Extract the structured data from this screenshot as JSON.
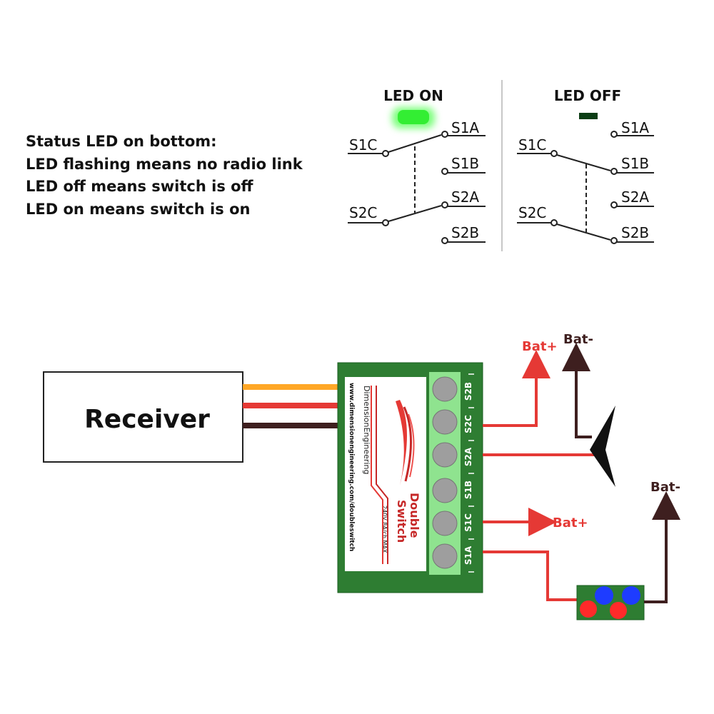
{
  "status_notes": [
    "Status LED on bottom:",
    "LED flashing means no radio link",
    "LED off means switch is off",
    "LED on means switch is on"
  ],
  "panels": [
    {
      "title": "LED ON",
      "led_color": "#33ee33",
      "common1": "S1C",
      "common2": "S2C",
      "t1a": "S1A",
      "t1b": "S1B",
      "t2a": "S2A",
      "t2b": "S2B"
    },
    {
      "title": "LED OFF",
      "led_color": "#0b3d14",
      "common1": "S1C",
      "common2": "S2C",
      "t1a": "S1A",
      "t1b": "S1B",
      "t2a": "S2A",
      "t2b": "S2B"
    }
  ],
  "receiver_label": "Receiver",
  "board": {
    "url": "www.dimensionengineering.com/doubleswitch",
    "brand": "DimensionEngineering",
    "product_line1": "Double",
    "product_line2": "Switch",
    "rating": "240V 8A/ch MAX",
    "terminal_labels": [
      "S1A",
      "S1C",
      "S1B",
      "S2A",
      "S2C",
      "S2B"
    ],
    "board_color": "#2e7d32",
    "terminal_strip_color": "#8fe38f"
  },
  "wiring": {
    "bat_plus_1": "Bat+",
    "bat_minus_1": "Bat-",
    "bat_plus_2": "Bat+",
    "bat_minus_2": "Bat-",
    "positive_color": "#e53935",
    "negative_color": "#3e1f1f"
  }
}
